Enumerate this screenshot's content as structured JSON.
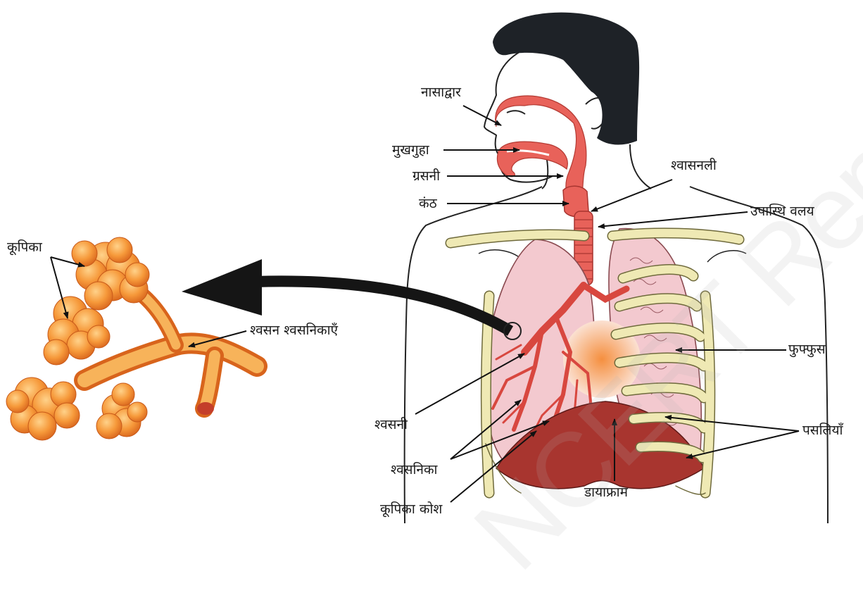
{
  "labels": {
    "nasadwar": "नासाद्वार",
    "mukhguha": "मुखगुहा",
    "grasni": "ग्रसनी",
    "kanth": "कंठ",
    "shwasnali": "श्वासनली",
    "upasthi": "उपास्थि वलय",
    "fuffus": "फुफ्फुस",
    "pasliyan": "पसलियाँ",
    "diaphragm": "डायाफ्राम",
    "kupika_kosh": "कूपिका कोश",
    "shwasnika": "श्वसनिका",
    "shwasni": "श्वसनी",
    "kupika": "कूपिका",
    "shwasan_shwasnikaen": "श्वसन श्वसनिकाएँ"
  },
  "watermark": "NCERT Republished",
  "colors": {
    "airway": "#e8625a",
    "lung": "#f3c9cf",
    "rib": "#efe9b4",
    "hair": "#1e2227",
    "alveoli": "#f08a2a",
    "diaphragm": "#a8352f",
    "arrow": "#151515"
  }
}
